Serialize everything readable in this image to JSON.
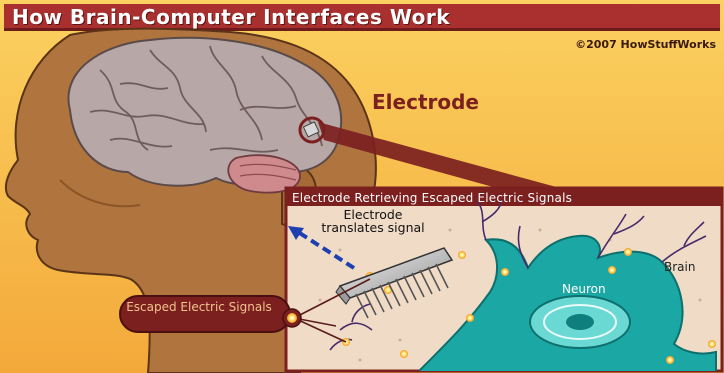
{
  "title": "How Brain-Computer Interfaces Work",
  "copyright": "©2007 HowStuffWorks",
  "labels": {
    "electrode": "Electrode",
    "panel_title": "Electrode Retrieving Escaped Electric Signals",
    "electrode_translates": "Electrode translates signal",
    "neuron": "Neuron",
    "brain": "Brain",
    "escaped_signals": "Escaped Electric Signals"
  },
  "colors": {
    "title_bar": "#a9302e",
    "background": "#f8c640",
    "label_maroon": "#7b1f1f",
    "panel_fill": "#f0dcc6",
    "neuron_fill": "#1ba7a4",
    "signal_glow": "#ffd95a"
  }
}
